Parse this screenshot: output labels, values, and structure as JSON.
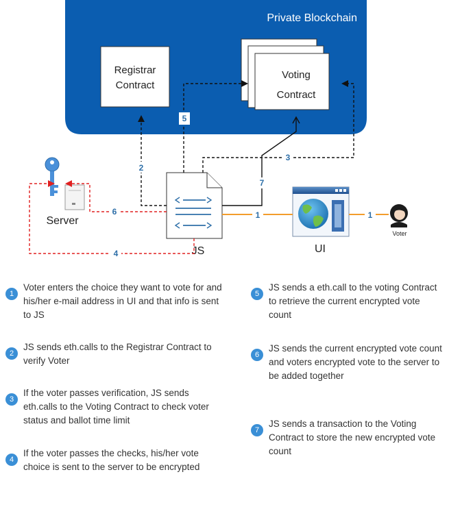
{
  "diagram": {
    "blockchain_title": "Private Blockchain",
    "registrar_label": [
      "Registrar",
      "Contract"
    ],
    "voting_label": [
      "Voting",
      "Contract"
    ],
    "server_label": "Server",
    "js_label": "JS",
    "ui_label": "UI",
    "voter_label": "Voter",
    "arrow_numbers": {
      "n1_left": "1",
      "n1_right": "1",
      "n2": "2",
      "n3": "3",
      "n4": "4",
      "n5": "5",
      "n6": "6",
      "n7": "7"
    },
    "colors": {
      "blockchain_fill": "#0b5db0",
      "accent_blue": "#2e6fa8",
      "orange_line": "#f39c2c",
      "red_dash": "#e02020",
      "badge": "#3a8fd6",
      "key": "#4a90d9"
    }
  },
  "steps": [
    {
      "number": "1",
      "text": "Voter enters the choice they want to vote for and his/her e-mail address in UI and that info is sent to JS"
    },
    {
      "number": "2",
      "text": "JS sends eth.calls to the Registrar Contract to verify Voter"
    },
    {
      "number": "3",
      "text": "If the voter passes verification, JS sends eth.calls to the Voting Contract to check voter status and ballot time limit"
    },
    {
      "number": "4",
      "text": "If the voter passes the checks, his/her vote choice is sent to the server to be encrypted"
    },
    {
      "number": "5",
      "text": "JS sends a eth.call to the voting Contract to retrieve the current encrypted vote count"
    },
    {
      "number": "6",
      "text": "JS sends the current encrypted vote count and voters encrypted vote to the server to be added together"
    },
    {
      "number": "7",
      "text": "JS sends a transaction to the Voting Contract to store the new encrypted vote count"
    }
  ]
}
